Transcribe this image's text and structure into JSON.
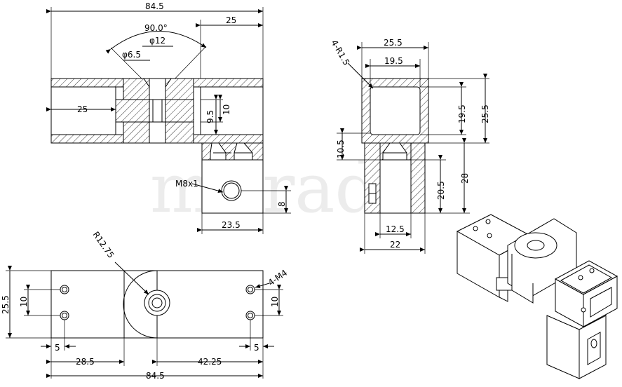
{
  "watermark": "mitrade",
  "front_view": {
    "overall_width": "84.5",
    "right_width": "25",
    "angle": "90.0°",
    "diameter_12": "φ12",
    "diameter_6_5": "φ6.5",
    "left_length": "25",
    "dim_9_5": "9.5",
    "dim_10": "10",
    "thread_label": "M8x1",
    "dim_8": "8",
    "dim_23_5": "23.5"
  },
  "side_view": {
    "radius_label": "4-R1.5",
    "outer_width": "25.5",
    "inner_width": "19.5",
    "inner_height": "19.5",
    "outer_height": "25.5",
    "dim_10_5": "10.5",
    "dim_20_5": "20.5",
    "dim_28": "28",
    "dim_12_5": "12.5",
    "dim_22": "22"
  },
  "top_view": {
    "radius_label": "R12.75",
    "height": "25.5",
    "hole_label": "4-M4",
    "left_spacing": "10",
    "right_spacing": "10",
    "left_offset": "5",
    "right_offset": "5",
    "dim_28_5": "28.5",
    "dim_42_25": "42.25",
    "overall_width": "84.5"
  }
}
